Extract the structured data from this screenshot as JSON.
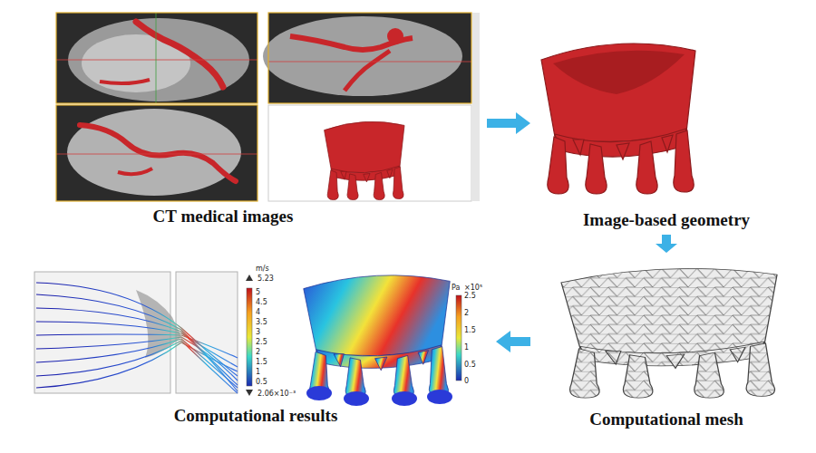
{
  "diagram": {
    "nodes": [
      {
        "text": [
          "CT medical images"
        ]
      },
      {
        "text": [
          "Image-based geometry"
        ]
      },
      {
        "text": [
          "Computational mesh"
        ]
      },
      {
        "text": [
          "Computational results"
        ]
      }
    ],
    "edges": [
      {
        "from": 0,
        "to": 1,
        "arrow": "to"
      },
      {
        "from": 1,
        "to": 2,
        "arrow": "to"
      },
      {
        "from": 2,
        "to": 3,
        "arrow": "to"
      }
    ],
    "labels": [
      "m/s",
      "5.23",
      "5",
      "4.5",
      "4",
      "3.5",
      "3",
      "2.5",
      "2",
      "1.5",
      "1",
      "0.5",
      "2.06×10⁻³",
      "Pa",
      "×10⁵",
      "2.5",
      "2",
      "1.5",
      "1",
      "0.5",
      "0"
    ]
  }
}
